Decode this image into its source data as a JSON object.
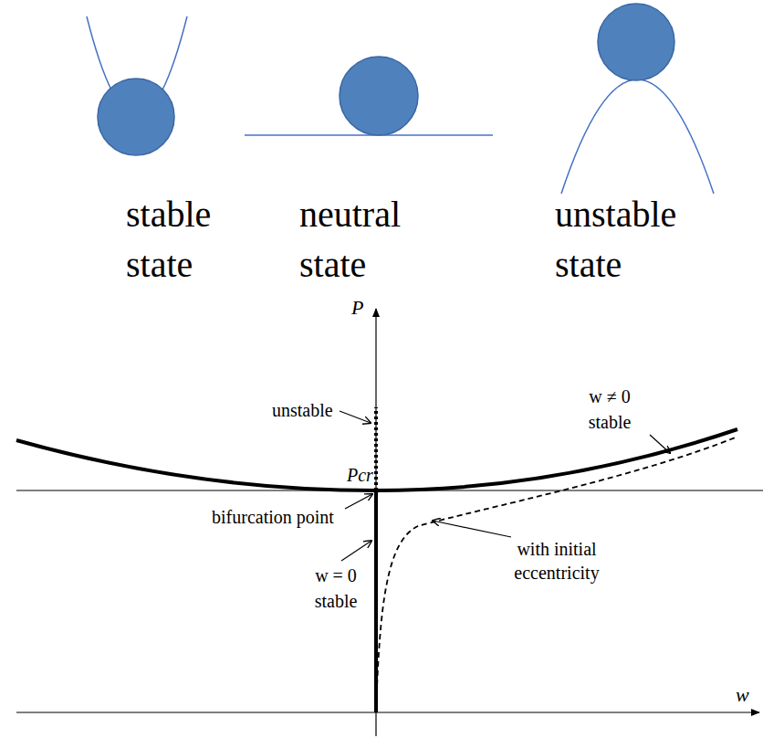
{
  "diagram": {
    "labels": [
      "stable state",
      "neutral state",
      "unstable state",
      "P",
      "unstable",
      "Pcr",
      "w ≠ 0 stable",
      "bifurcation point",
      "w = 0 stable",
      "with initial eccentricity",
      "w"
    ]
  }
}
